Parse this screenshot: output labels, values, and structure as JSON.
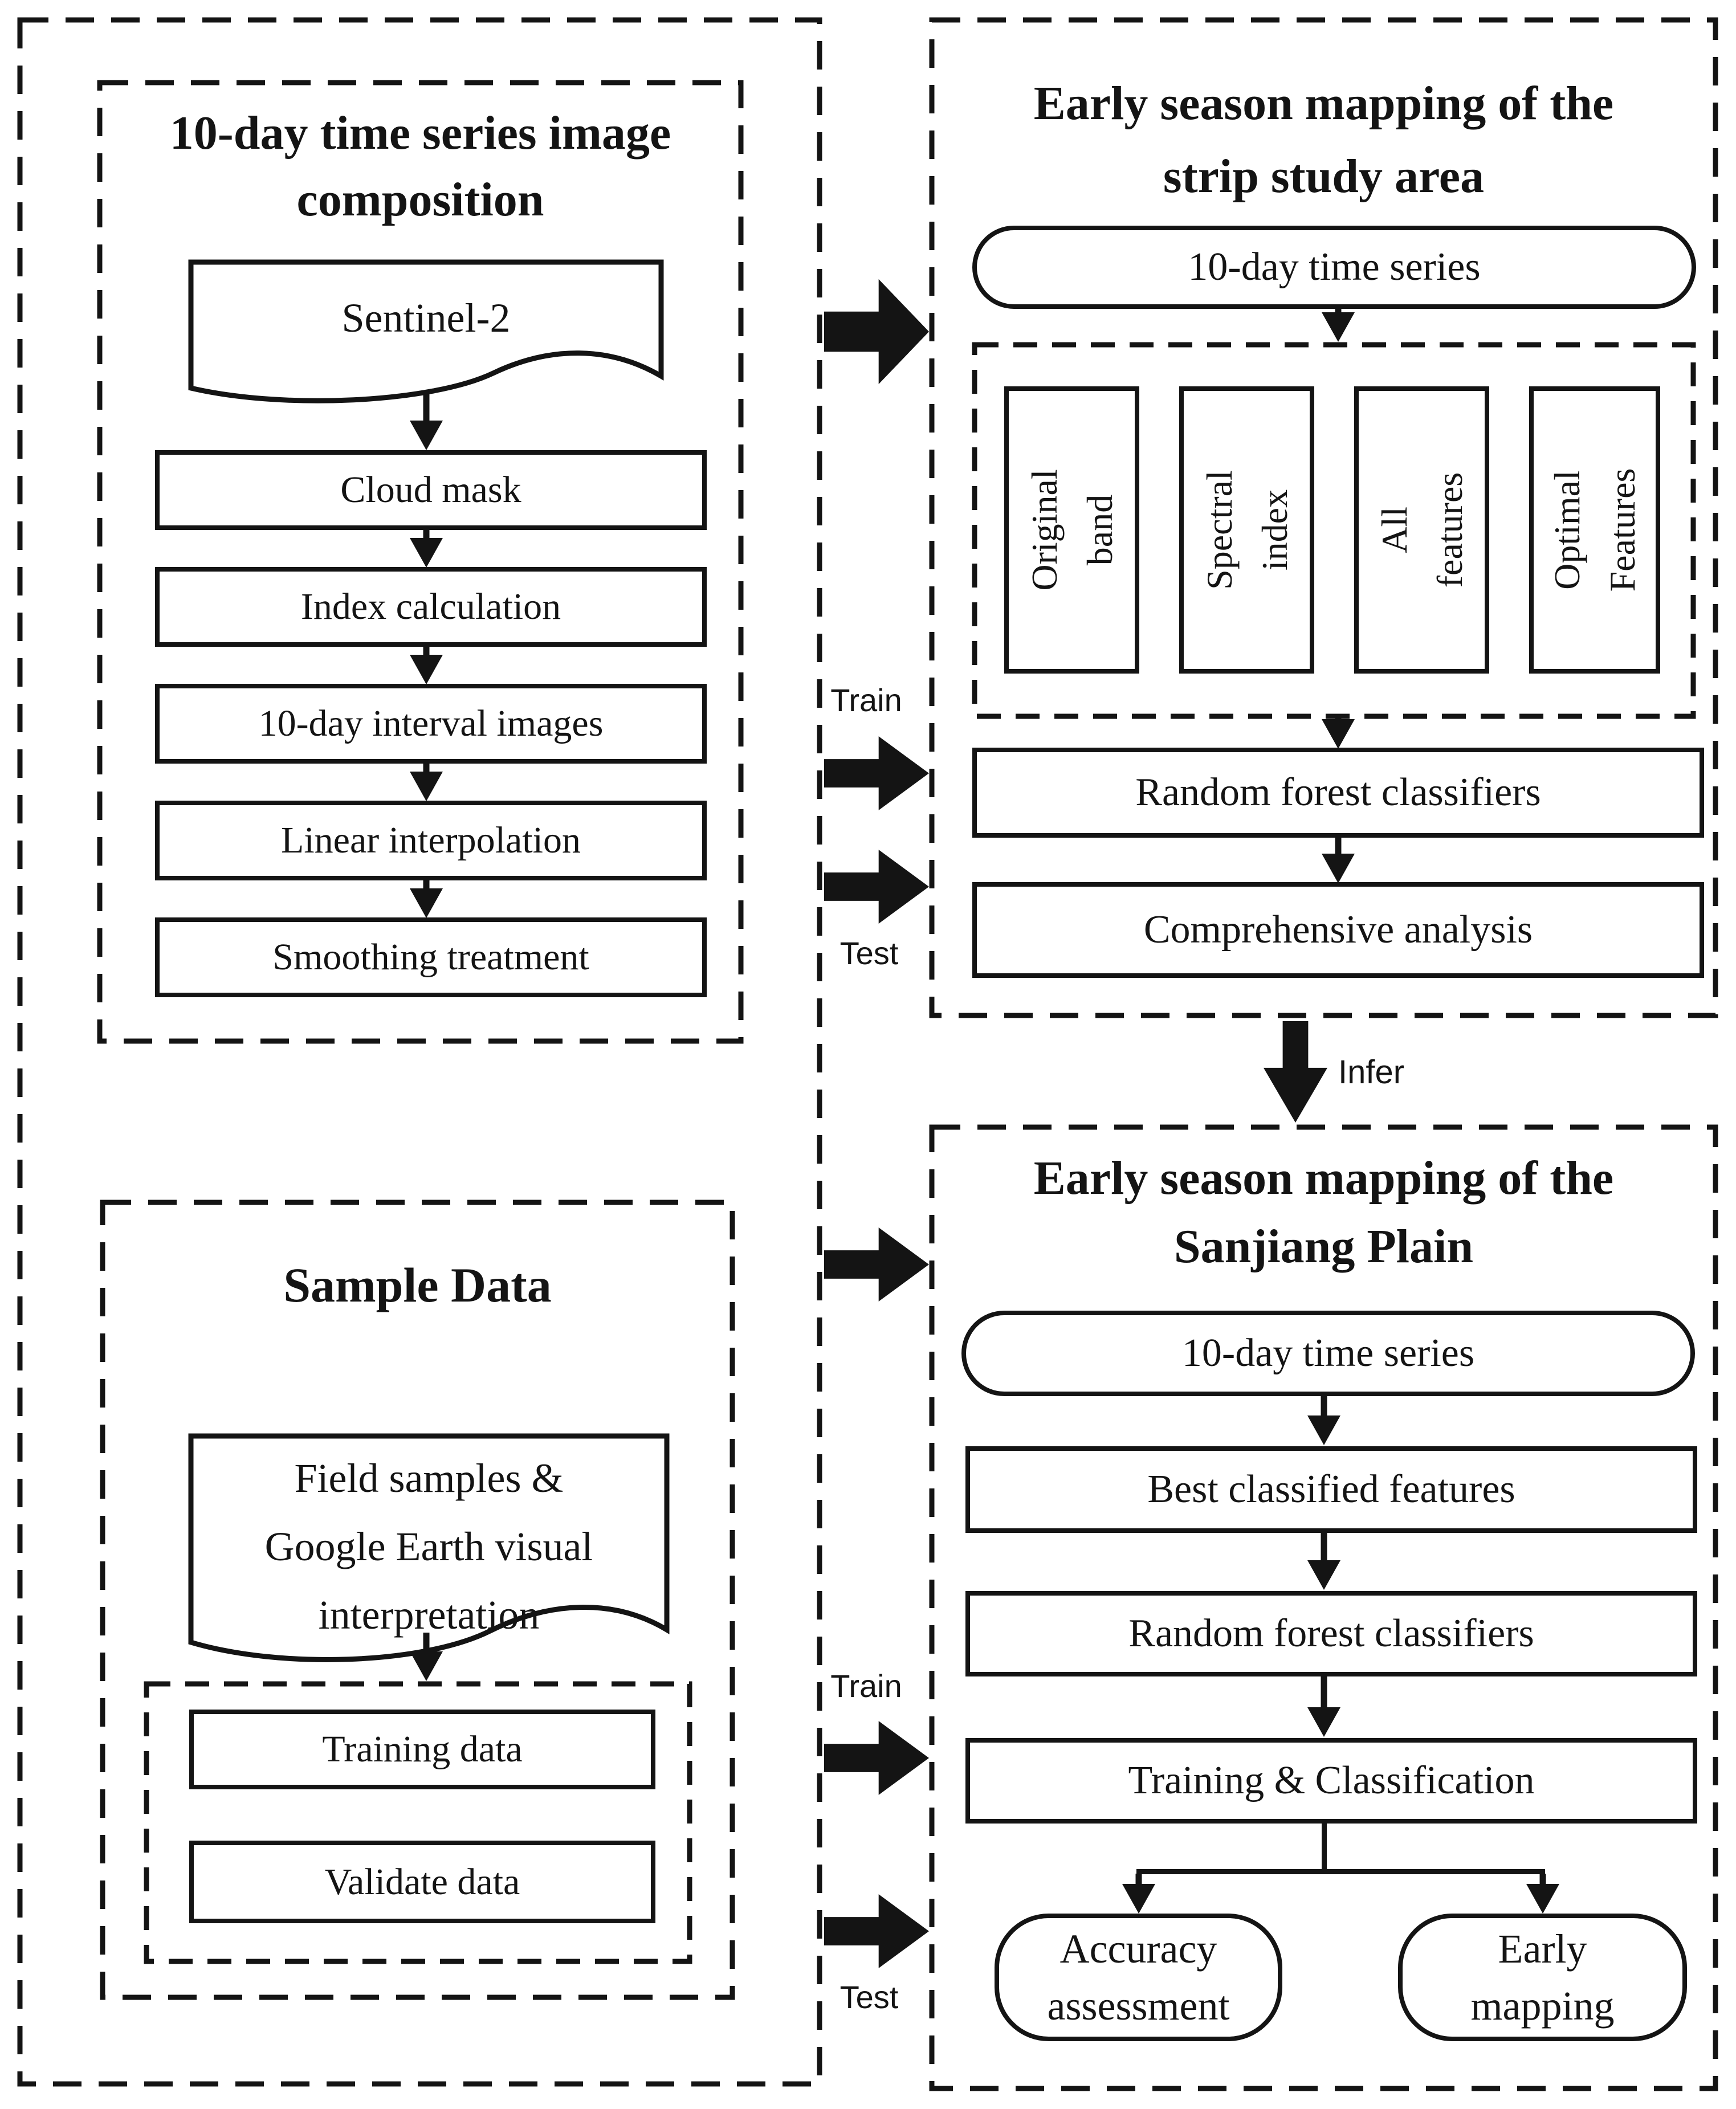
{
  "figure": {
    "kind": "methodology-flowchart",
    "background": "#ffffff",
    "ink": "#141414"
  },
  "composition": {
    "title_lines": [
      "10-day time series image",
      "composition"
    ],
    "source_doc": "Sentinel-2",
    "steps": [
      "Cloud mask",
      "Index calculation",
      "10-day interval images",
      "Linear interpolation",
      "Smoothing treatment"
    ]
  },
  "sample": {
    "title": "Sample Data",
    "doc_lines": [
      "Field samples &",
      "Google Earth visual",
      "interpretation"
    ],
    "training": "Training data",
    "validate": "Validate data"
  },
  "strip": {
    "title_lines": [
      "Early season mapping of the",
      "strip study area"
    ],
    "stadium": "10-day time series",
    "features": [
      {
        "lines": [
          "Original",
          "band"
        ]
      },
      {
        "lines": [
          "Spectral",
          "index"
        ]
      },
      {
        "lines": [
          "All",
          "features"
        ]
      },
      {
        "lines": [
          "Optimal",
          "Features"
        ]
      }
    ],
    "rf": "Random forest classifiers",
    "analysis": "Comprehensive analysis"
  },
  "sanjiang": {
    "title_lines": [
      "Early season mapping of the",
      "Sanjiang Plain"
    ],
    "stadium": "10-day time series",
    "best": "Best classified features",
    "rf": "Random forest classifiers",
    "train_classify": "Training & Classification",
    "accuracy_lines": [
      "Accuracy",
      "assessment"
    ],
    "early_lines": [
      "Early",
      "mapping"
    ]
  },
  "labels": {
    "train": "Train",
    "test": "Test",
    "infer": "Infer"
  }
}
